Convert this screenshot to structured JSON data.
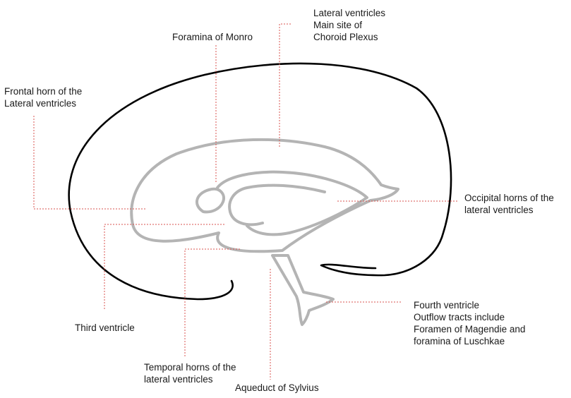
{
  "colors": {
    "outline": "#000000",
    "ventricles": "#b4b4b4",
    "leader_lines": "#d9534f",
    "text": "#1a1a1a"
  },
  "labels": {
    "lateral_ventricles": [
      "Lateral ventricles",
      "Main site of",
      "Choroid Plexus"
    ],
    "foramina_monro": [
      "Foramina of Monro"
    ],
    "frontal_horn": [
      "Frontal horn of the",
      "Lateral ventricles"
    ],
    "occipital_horns": [
      "Occipital horns of the",
      "lateral ventricles"
    ],
    "third_ventricle": [
      "Third ventricle"
    ],
    "fourth_ventricle": [
      "Fourth ventricle",
      "Outflow tracts include",
      "Foramen of Magendie and",
      "foramina of Luschkae"
    ],
    "temporal_horns": [
      "Temporal horns of the",
      "lateral ventricles"
    ],
    "aqueduct": [
      "Aqueduct of Sylvius"
    ]
  }
}
